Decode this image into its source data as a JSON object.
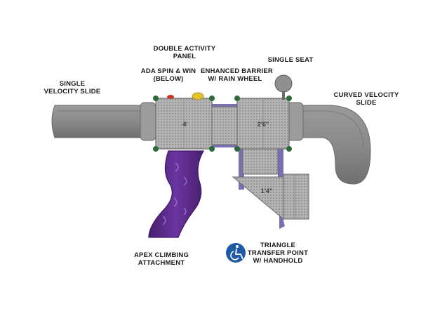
{
  "labels": {
    "single_velocity_slide": [
      "SINGLE",
      "VELOCITY SLIDE"
    ],
    "double_activity_panel": [
      "DOUBLE ACTIVITY",
      "PANEL"
    ],
    "ada_spin_win": [
      "ADA SPIN & WIN",
      "(BELOW)"
    ],
    "enhanced_barrier": [
      "ENHANCED BARRIER",
      "W/ RAIN WHEEL"
    ],
    "single_seat": [
      "SINGLE SEAT"
    ],
    "curved_velocity_slide": [
      "CURVED VELOCITY",
      "SLIDE"
    ],
    "apex_climbing": [
      "APEX CLIMBING",
      "ATTACHMENT"
    ],
    "triangle_transfer": [
      "TRIANGLE",
      "TRANSFER POINT",
      "W/ HANDHOLD"
    ]
  },
  "dimensions": {
    "deck_left": "4'",
    "deck_right": "2'6\"",
    "transfer": "1'4\""
  },
  "icons": {
    "accessibility": "wheelchair-accessibility-icon"
  },
  "colors": {
    "slide_gray": "#8a8a8a",
    "deck_gray": "#a9a9a9",
    "climber_purple": "#5b2a86",
    "frame_purple": "#7a6fb0",
    "post_green": "#2e6b3a",
    "ada_blue": "#1f5aa6",
    "panel_yellow": "#e3c32c",
    "panel_red": "#c0392b"
  }
}
